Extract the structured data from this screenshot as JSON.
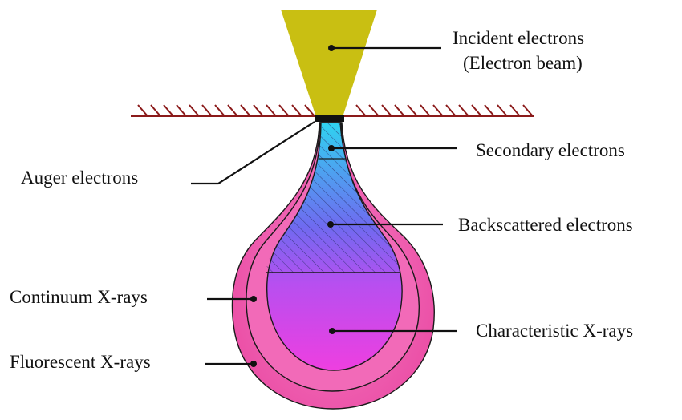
{
  "labels": {
    "incident_line1": "Incident electrons",
    "incident_line2": "(Electron beam)",
    "secondary": "Secondary electrons",
    "auger": "Auger electrons",
    "backscattered": "Backscattered electrons",
    "continuum": "Continuum X-rays",
    "characteristic": "Characteristic X-rays",
    "fluorescent": "Fluorescent X-rays"
  },
  "colors": {
    "beam": "#c9bf12",
    "surface_hatch": "#8b1a1a",
    "outer_volume": "#ee4fa8",
    "middle_volume": "#f26ab8",
    "inner_top": "#2fd3f0",
    "inner_mid": "#6f6af0",
    "inner_bottom": "#e83fe0",
    "leader": "#111111"
  }
}
